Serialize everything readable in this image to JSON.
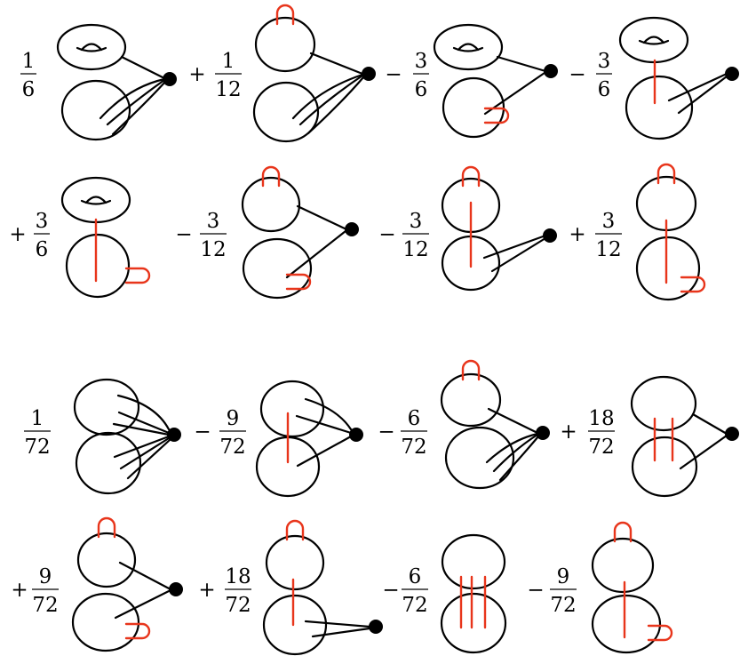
{
  "terms": [
    {
      "id": "t1",
      "sign": "",
      "num": "1",
      "den": "6"
    },
    {
      "id": "t2",
      "sign": "+",
      "num": "1",
      "den": "12"
    },
    {
      "id": "t3",
      "sign": "−",
      "num": "3",
      "den": "6"
    },
    {
      "id": "t4",
      "sign": "−",
      "num": "3",
      "den": "6"
    },
    {
      "id": "t5",
      "sign": "+",
      "num": "3",
      "den": "6"
    },
    {
      "id": "t6",
      "sign": "−",
      "num": "3",
      "den": "12"
    },
    {
      "id": "t7",
      "sign": "−",
      "num": "3",
      "den": "12"
    },
    {
      "id": "t8",
      "sign": "+",
      "num": "3",
      "den": "12"
    },
    {
      "id": "t9",
      "sign": "",
      "num": "1",
      "den": "72"
    },
    {
      "id": "t10",
      "sign": "−",
      "num": "9",
      "den": "72"
    },
    {
      "id": "t11",
      "sign": "−",
      "num": "6",
      "den": "72"
    },
    {
      "id": "t12",
      "sign": "+",
      "num": "18",
      "den": "72"
    },
    {
      "id": "t13",
      "sign": "+",
      "num": "9",
      "den": "72"
    },
    {
      "id": "t14",
      "sign": "+",
      "num": "18",
      "den": "72"
    },
    {
      "id": "t15",
      "sign": "−",
      "num": "6",
      "den": "72"
    },
    {
      "id": "t16",
      "sign": "−",
      "num": "9",
      "den": "72"
    }
  ],
  "colors": {
    "line": "#000000",
    "propagator": "#e8351b"
  }
}
